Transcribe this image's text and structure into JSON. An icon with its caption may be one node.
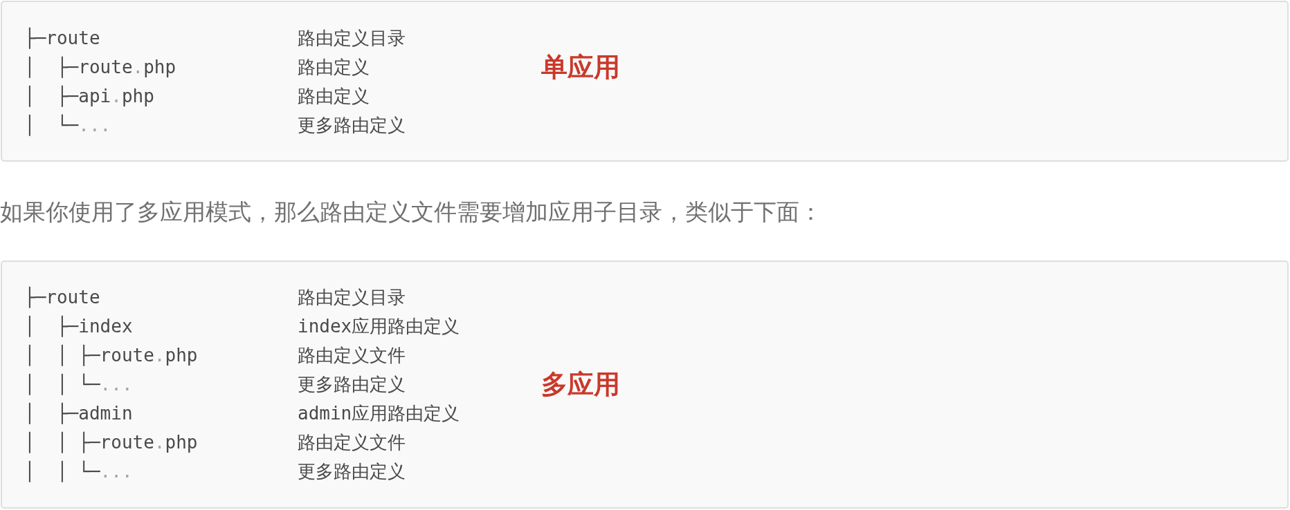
{
  "diagram": {
    "nodes": [
      {
        "text": [
          "├─route",
          "路由定义目录",
          "│  ├─route.php",
          "路由定义",
          "单应用",
          "│  ├─api.php",
          "路由定义",
          "│  └─...",
          "更多路由定义"
        ]
      },
      {
        "text": [
          "├─route",
          "路由定义目录",
          "│  ├─index",
          "index应用路由定义",
          "│  │ ├─route.php",
          "路由定义文件",
          "│  │ └─...",
          "更多路由定义",
          "多应用",
          "│  ├─admin",
          "admin应用路由定义",
          "│  │ ├─route.php",
          "路由定义文件",
          "│  │ └─...",
          "更多路由定义"
        ]
      }
    ],
    "labels": [
      "如果你使用了多应用模式，那么路由定义文件需要增加应用子目录，类似于下面："
    ]
  }
}
